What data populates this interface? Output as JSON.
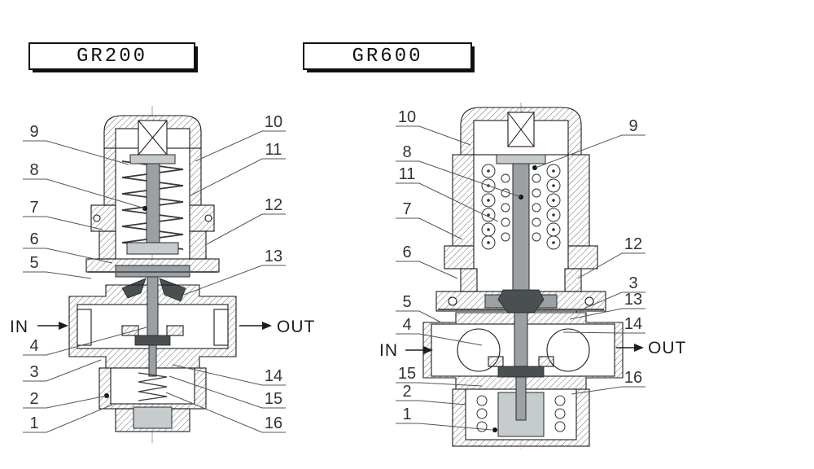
{
  "titles": {
    "gr200": "GR200",
    "gr600": "GR600"
  },
  "gr200": {
    "in_label": "IN",
    "out_label": "OUT",
    "callouts": {
      "c1": "1",
      "c2": "2",
      "c3": "3",
      "c4": "4",
      "c5": "5",
      "c6": "6",
      "c7": "7",
      "c8": "8",
      "c9": "9",
      "c10": "10",
      "c11": "11",
      "c12": "12",
      "c13": "13",
      "c14": "14",
      "c15": "15",
      "c16": "16"
    }
  },
  "gr600": {
    "in_label": "IN",
    "out_label": "OUT",
    "callouts": {
      "c1": "1",
      "c2": "2",
      "c3": "3",
      "c4": "4",
      "c5": "5",
      "c6": "6",
      "c7": "7",
      "c8": "8",
      "c9": "9",
      "c10": "10",
      "c11": "11",
      "c12": "12",
      "c13": "13",
      "c14": "14",
      "c15": "15",
      "c16": "16"
    }
  },
  "colors": {
    "outline": "#1a1a1a",
    "callout_text": "#333333",
    "metal_gray": "#9aa0a3",
    "dark_part": "#4a4f52",
    "background": "#ffffff"
  }
}
